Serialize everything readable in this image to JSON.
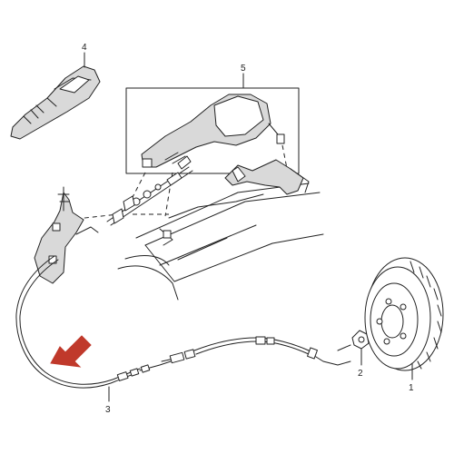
{
  "callouts": {
    "c1": "1",
    "c2": "2",
    "c3": "3",
    "c4": "4",
    "c5": "5"
  },
  "colors": {
    "ink": "#222222",
    "shading": "#d9d9d9",
    "arrow": "#c0392b"
  },
  "icons": {
    "pointer": "red-arrow-icon"
  }
}
